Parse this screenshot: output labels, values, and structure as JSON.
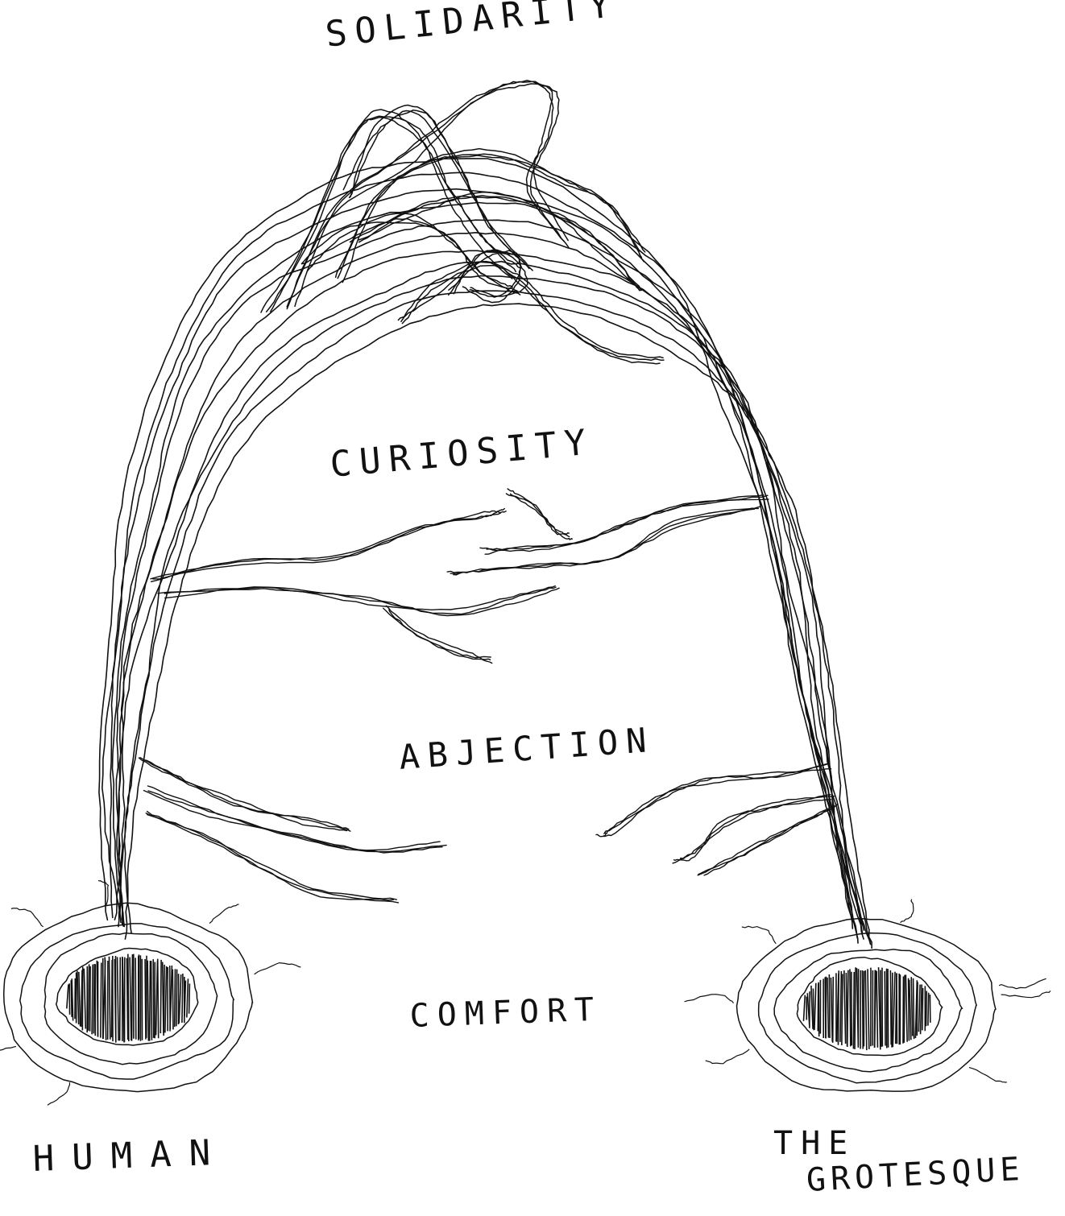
{
  "diagram": {
    "labels": {
      "solidarity": "SOLIDARITY",
      "curiosity": "CURIOSITY",
      "abjection": "ABJECTION",
      "comfort": "COMFORT",
      "human": "HUMAN",
      "the": "THE",
      "grotesque": "GROTESQUE"
    },
    "ink_color": "#111111",
    "paper_color": "#ffffff"
  }
}
